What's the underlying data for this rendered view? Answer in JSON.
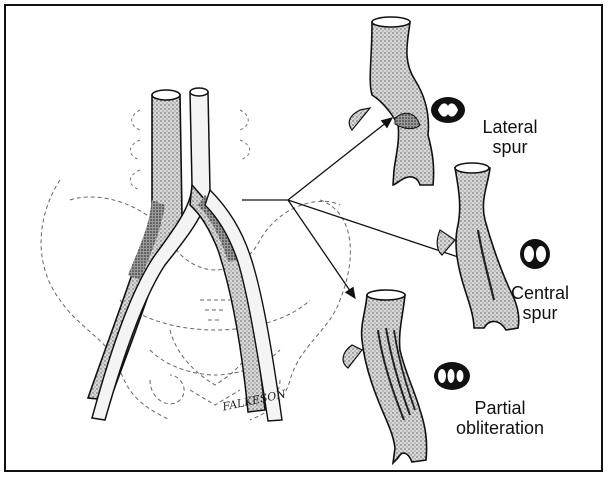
{
  "figure": {
    "labels": {
      "lateral": [
        "Lateral",
        "spur"
      ],
      "central": [
        "Central",
        "spur"
      ],
      "partial": [
        "Partial",
        "obliteration"
      ]
    },
    "signature": "FALKESON"
  }
}
